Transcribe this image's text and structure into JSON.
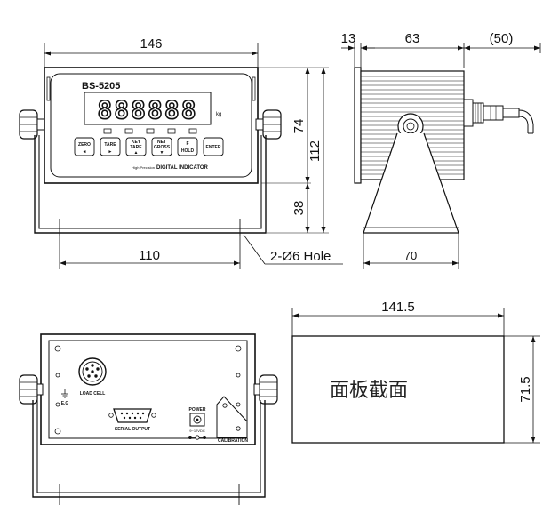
{
  "dimensions": {
    "front_width": "146",
    "bracket_width": "110",
    "hole_note": "2-Ø6 Hole",
    "height_upper": "74",
    "height_total": "112",
    "height_lower": "38",
    "side_front": "13",
    "side_body": "63",
    "side_cable": "(50)",
    "side_base": "70",
    "cutout_width": "141.5",
    "cutout_height": "71.5"
  },
  "front_panel": {
    "model": "BS-5205",
    "display_digits": "888888",
    "unit": "kg",
    "keys": [
      {
        "top": "ZERO",
        "bottom": "◄"
      },
      {
        "top": "TARE",
        "bottom": "►"
      },
      {
        "top": "KEY",
        "mid": "TARE",
        "bottom": "▲"
      },
      {
        "top": "NET",
        "mid": "GROSS",
        "bottom": "▼"
      },
      {
        "top": "F",
        "mid": "HOLD",
        "bottom": ""
      },
      {
        "top": "ENTER",
        "bottom": ""
      }
    ],
    "caption_small": "High Precision",
    "caption_large": "DIGITAL INDICATOR"
  },
  "rear_panel": {
    "load_cell": "LOAD CELL",
    "ground": "E.G",
    "serial_output": "SERIAL OUTPUT",
    "power": "POWER",
    "power_spec": "9~12VDC",
    "calibration": "CALIBRATION"
  },
  "cutout": {
    "label": "面板截面"
  }
}
